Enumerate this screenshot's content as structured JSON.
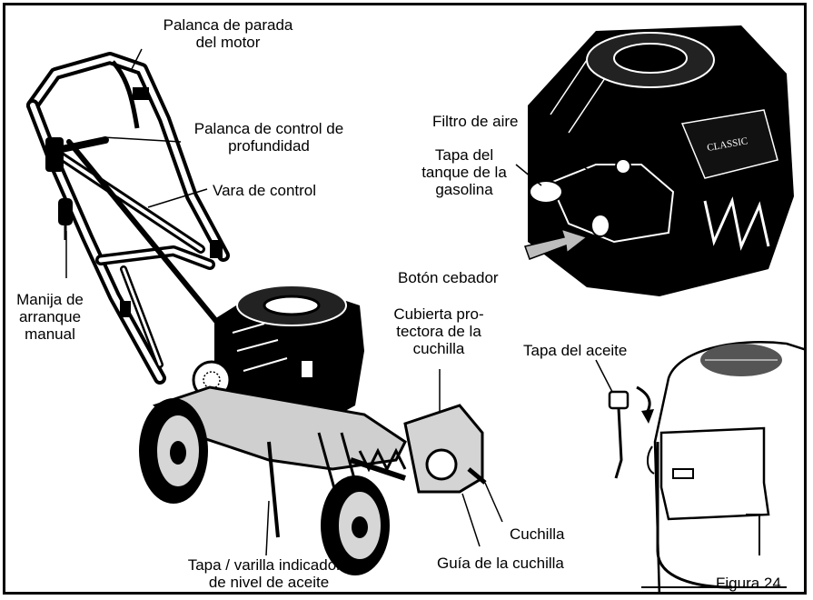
{
  "labels": {
    "engine_stop": [
      "Palanca de parada",
      "del motor"
    ],
    "depth_control": [
      "Palanca de control de",
      "profundidad"
    ],
    "control_rod": "Vara de control",
    "starter_handle": [
      "Manija de",
      "arranque",
      "manual"
    ],
    "air_filter": "Filtro de aire",
    "fuel_cap": [
      "Tapa del",
      "tanque de la",
      "gasolina"
    ],
    "primer": "Botón cebador",
    "blade_guard": [
      "Cubierta pro-",
      "tectora de la",
      "cuchilla"
    ],
    "oil_cap": "Tapa del aceite",
    "blade": "Cuchilla",
    "blade_guide": "Guía de la cuchilla",
    "dipstick": [
      "Tapa / varilla indicadora",
      "de nivel de aceite"
    ],
    "figure": "Figura 24"
  },
  "engine_badge": "CLASSIC"
}
